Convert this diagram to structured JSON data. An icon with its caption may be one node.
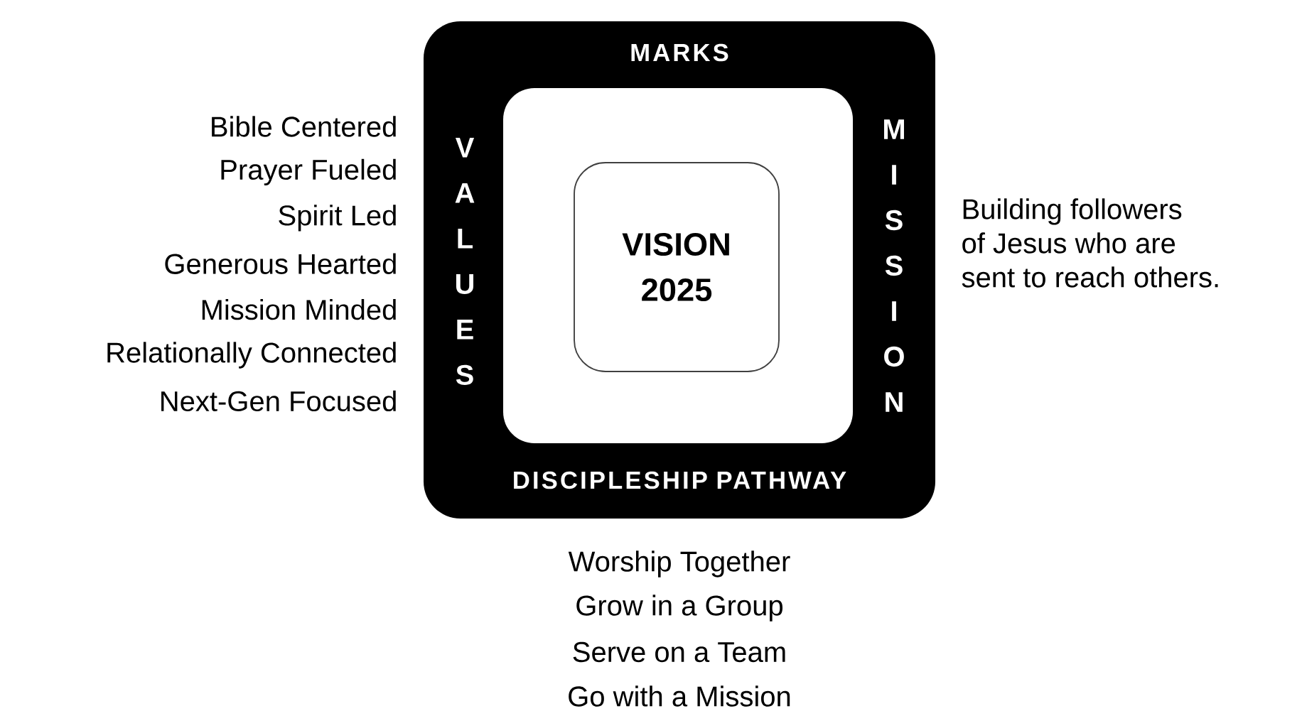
{
  "diagram": {
    "nodes": [
      {
        "text": [
          "MARKS",
          "VALUES",
          "MISSION",
          "DISCIPLESHIP PATHWAY"
        ]
      },
      {
        "text": [],
        "shape": "box",
        "in": 0
      },
      {
        "text": [
          "VISION 2025"
        ],
        "in": 1
      }
    ],
    "edges": [],
    "labels": [
      "Bible Centered",
      "Prayer Fueled",
      "Spirit Led",
      "Generous Hearted",
      "Mission Minded",
      "Relationally Connected",
      "Next-Gen Focused",
      "Building followers of Jesus who are sent to reach others.",
      "Worship Together",
      "Grow in a Group",
      "Serve on a Team",
      "Go with a Mission"
    ]
  }
}
